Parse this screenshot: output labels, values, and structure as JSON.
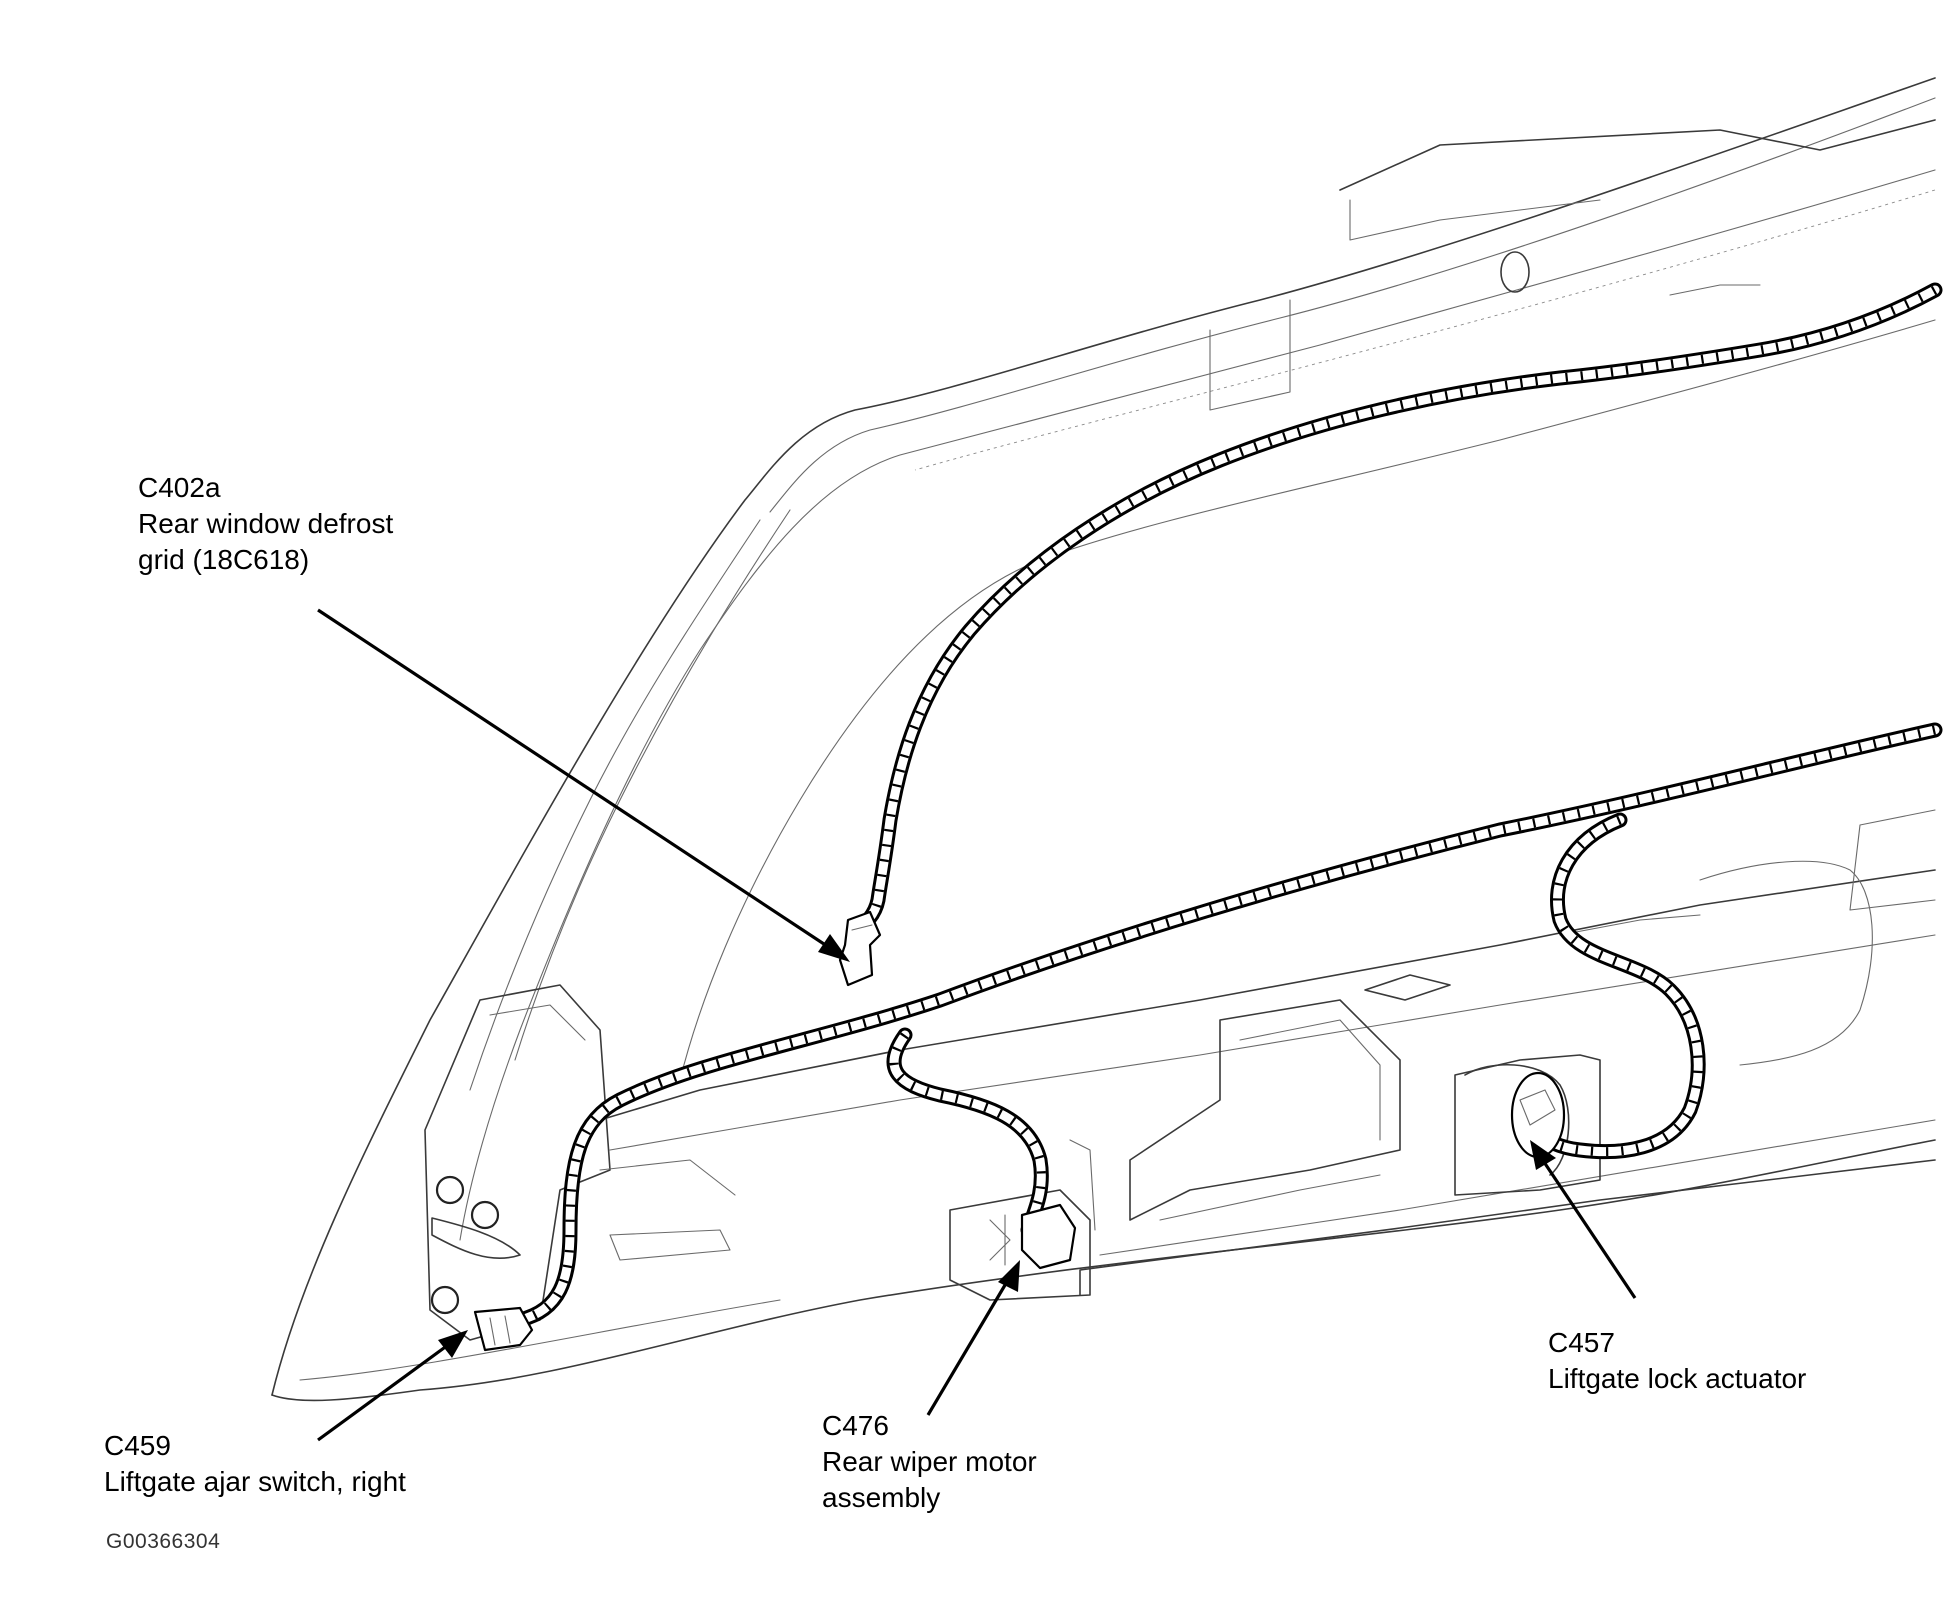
{
  "figure_id": "G00366304",
  "callouts": [
    {
      "id": "c402a",
      "code": "C402a",
      "description": [
        "Rear window defrost",
        "grid (18C618)"
      ]
    },
    {
      "id": "c459",
      "code": "C459",
      "description": [
        "Liftgate ajar switch, right"
      ]
    },
    {
      "id": "c476",
      "code": "C476",
      "description": [
        "Rear wiper motor",
        "assembly"
      ]
    },
    {
      "id": "c457",
      "code": "C457",
      "description": [
        "Liftgate lock actuator"
      ]
    }
  ]
}
